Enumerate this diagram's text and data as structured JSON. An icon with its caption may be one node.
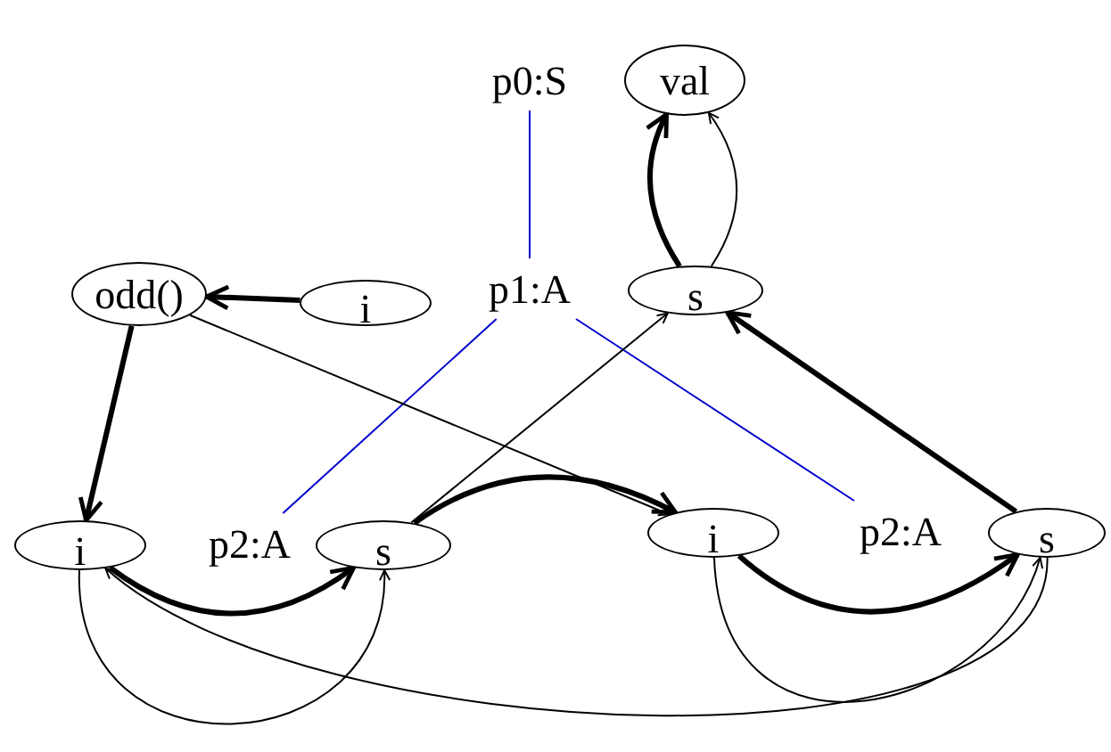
{
  "diagram": {
    "nodes": [
      {
        "text": [
          "p0:S"
        ]
      },
      {
        "text": [
          "val"
        ]
      },
      {
        "text": [
          "odd()"
        ]
      },
      {
        "text": [
          "i"
        ]
      },
      {
        "text": [
          "p1:A"
        ]
      },
      {
        "text": [
          "s"
        ]
      },
      {
        "text": [
          "i"
        ]
      },
      {
        "text": [
          "p2:A"
        ]
      },
      {
        "text": [
          "s"
        ]
      },
      {
        "text": [
          "i"
        ]
      },
      {
        "text": [
          "p2:A"
        ]
      },
      {
        "text": [
          "s"
        ]
      }
    ],
    "edges": [
      {
        "from": 0,
        "to": 4,
        "arrow": "none",
        "color": "#0000cc"
      },
      {
        "from": 4,
        "to": 7,
        "arrow": "none",
        "color": "#0000cc"
      },
      {
        "from": 4,
        "to": 10,
        "arrow": "none",
        "color": "#0000cc"
      },
      {
        "from": 5,
        "to": 1,
        "arrow": "to",
        "style": "thick"
      },
      {
        "from": 5,
        "to": 1,
        "arrow": "to"
      },
      {
        "from": 3,
        "to": 2,
        "arrow": "to",
        "style": "thick"
      },
      {
        "from": 2,
        "to": 6,
        "arrow": "to",
        "style": "thick"
      },
      {
        "from": 2,
        "to": 9,
        "arrow": "to"
      },
      {
        "from": 8,
        "to": 5,
        "arrow": "to"
      },
      {
        "from": 8,
        "to": 9,
        "arrow": "to",
        "style": "thick"
      },
      {
        "from": 6,
        "to": 8,
        "arrow": "to",
        "style": "thick"
      },
      {
        "from": 6,
        "to": 8,
        "arrow": "to"
      },
      {
        "from": 11,
        "to": 6,
        "arrow": "to"
      },
      {
        "from": 9,
        "to": 11,
        "arrow": "to",
        "style": "thick"
      },
      {
        "from": 9,
        "to": 11,
        "arrow": "to"
      },
      {
        "from": 11,
        "to": 5,
        "arrow": "to",
        "style": "thick"
      }
    ]
  }
}
